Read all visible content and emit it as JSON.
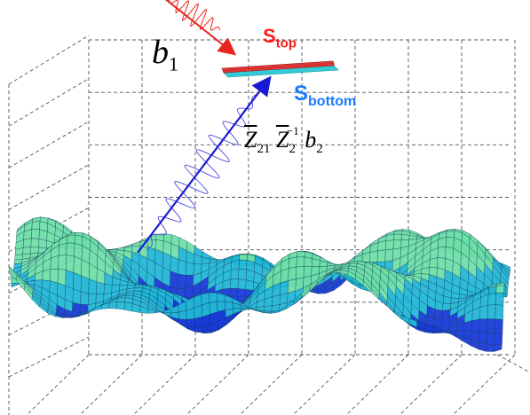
{
  "labels": {
    "incident_symbol": "b",
    "incident_index": "1",
    "top_surface_symbol": "S",
    "top_surface_subscript": "top",
    "bottom_surface_symbol": "S",
    "bottom_surface_subscript": "bottom",
    "formula": {
      "z": "Z",
      "z1_index": "21",
      "z2_index": "2",
      "z2_power": "−1",
      "b_symbol": "b",
      "b_index": "2"
    }
  },
  "colors": {
    "incident_wave": "#e8241c",
    "top_surface": "#e63b3b",
    "bottom_surface": "#33ccd6",
    "top_label": "#ff1a1a",
    "bottom_label": "#1a7aff",
    "reflected_ray": "#1a1ad6",
    "reflected_wave": "#4a4ad8",
    "rough_surface_light": "#6fe0a8",
    "rough_surface_mid": "#22b8d8",
    "rough_surface_dark": "#1a3adb",
    "grid": "#555555"
  }
}
